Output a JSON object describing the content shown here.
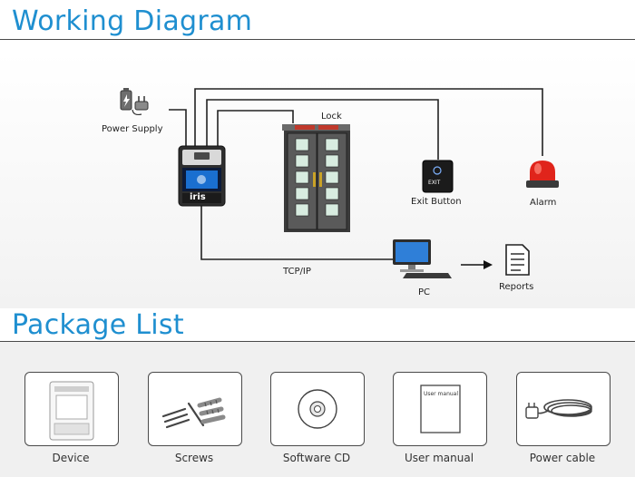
{
  "sections": {
    "working_title": "Working Diagram",
    "package_title": "Package List"
  },
  "diagram": {
    "power_supply": "Power Supply",
    "lock": "Lock",
    "exit_button": "Exit Button",
    "exit_button_text": "EXIT",
    "alarm": "Alarm",
    "device_brand": "iris",
    "tcp_ip": "TCP/IP",
    "pc": "PC",
    "reports": "Reports"
  },
  "package": {
    "items": [
      {
        "label": "Device",
        "icon": "device-icon"
      },
      {
        "label": "Screws",
        "icon": "screws-icon"
      },
      {
        "label": "Software CD",
        "icon": "cd-icon"
      },
      {
        "label": "User manual",
        "icon": "manual-icon"
      },
      {
        "label": "Power cable",
        "icon": "power-cable-icon"
      }
    ],
    "manual_cover_text": "User manual"
  },
  "colors": {
    "title": "#1f8fd0",
    "rule": "#4a4a4a",
    "alarm": "#e0241b",
    "lock_bar": "#c0392b",
    "screen": "#1a6fd0"
  }
}
